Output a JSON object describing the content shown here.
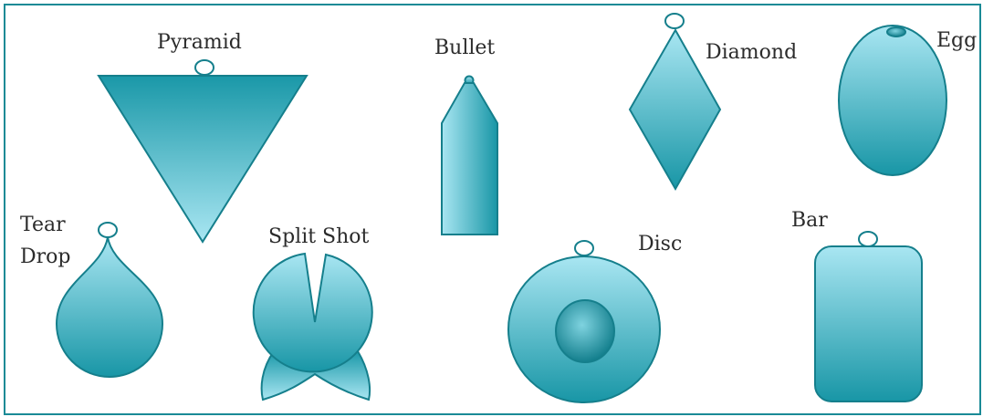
{
  "diagram": {
    "labels": {
      "pyramid": "Pyramid",
      "bullet": "Bullet",
      "diamond": "Diamond",
      "egg": "Egg",
      "tear_drop_line1": "Tear",
      "tear_drop_line2": "Drop",
      "split_shot": "Split Shot",
      "disc": "Disc",
      "bar": "Bar"
    },
    "colors": {
      "outline": "#157f8c",
      "fill_light": "#a8e4f0",
      "fill_dark": "#1696a6",
      "frame": "#1a8a96"
    }
  }
}
